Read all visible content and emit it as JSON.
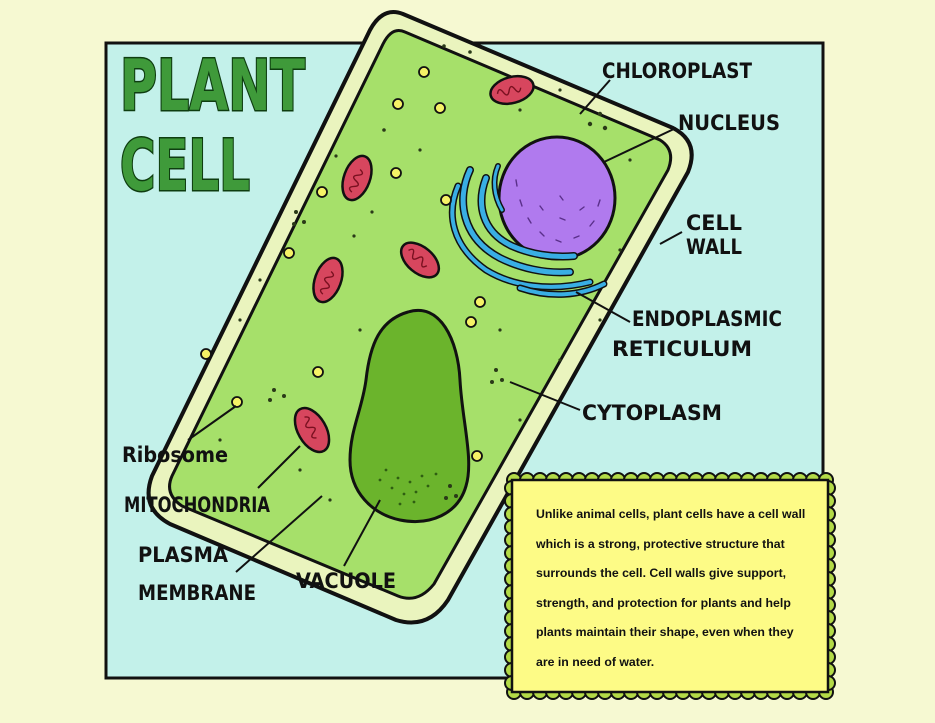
{
  "title": {
    "line1": "PLANT",
    "line2": "CELL"
  },
  "labels": {
    "chloroplast": "CHLOROPLAST",
    "nucleus": "NUCLEUS",
    "cell_wall_1": "CELL",
    "cell_wall_2": "WALL",
    "er_1": "ENDOPLASMIC",
    "er_2": "RETICULUM",
    "cytoplasm": "CYTOPLASM",
    "ribosome": "Ribosome",
    "mitochondria": "MITOCHONDRIA",
    "plasma_1": "PLASMA",
    "plasma_2": "MEMBRANE",
    "vacuole": "VACUOLE"
  },
  "info_box": {
    "text": "Unlike animal cells, plant cells have a cell wall which is a strong, protective structure that surrounds the cell. Cell walls give support, strength, and protection for plants and help plants maintain their shape, even when they are in need of water."
  },
  "colors": {
    "page_background": "#f6f9d2",
    "panel": "#c3f1ea",
    "cell_wall": "#eaf4be",
    "cytoplasm": "#a6e06a",
    "vacuole": "#6bb42c",
    "nucleus": "#b07aee",
    "er": "#39aee4",
    "mitochondria": "#d7465e",
    "ribosome": "#f5f266",
    "info_box": "#fdfb86",
    "info_box_fringe": "#b3da47"
  }
}
